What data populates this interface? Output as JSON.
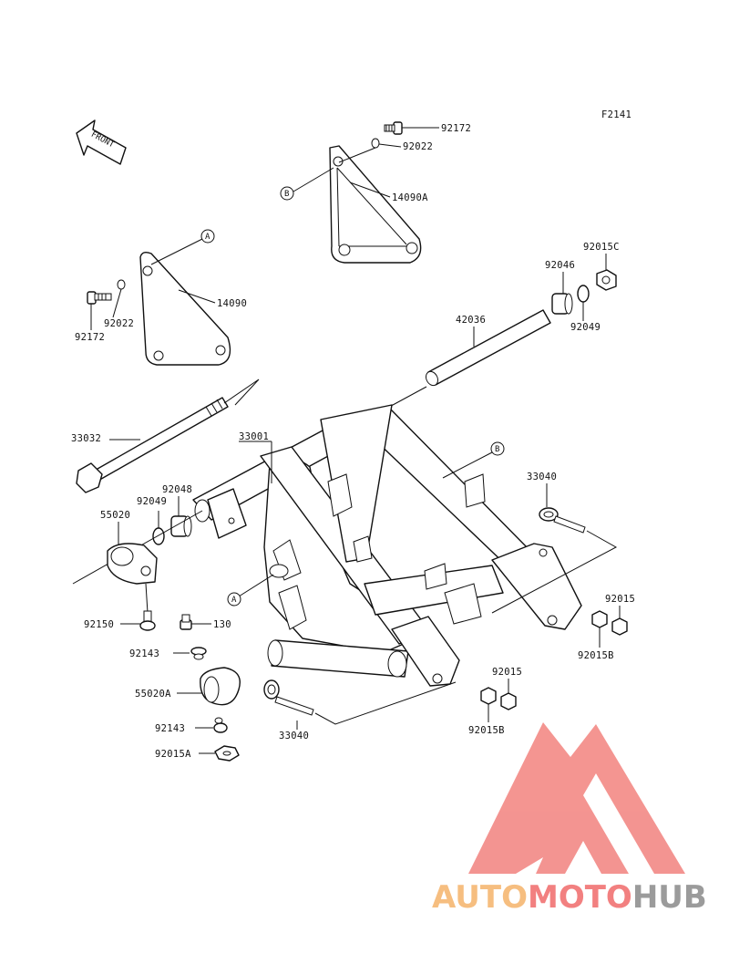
{
  "diagram": {
    "figure_code": "F2141",
    "front_marker": "FRONT",
    "ref_marks": {
      "A": "A",
      "B": "B"
    },
    "part_labels": {
      "p92172_top": "92172",
      "p92022_top": "92022",
      "p14090A": "14090A",
      "p14090": "14090",
      "p92022_left": "92022",
      "p92172_left": "92172",
      "p92015C": "92015C",
      "p92046": "92046",
      "p92049_right": "92049",
      "p42036": "42036",
      "p33032": "33032",
      "p33001": "33001",
      "p92048": "92048",
      "p92049_left": "92049",
      "p55020": "55020",
      "p33040_right": "33040",
      "p92150": "92150",
      "p130": "130",
      "p92143_top": "92143",
      "p55020A": "55020A",
      "p92143_bottom": "92143",
      "p92015A": "92015A",
      "p92015_right": "92015",
      "p92015B_right": "92015B",
      "p92015_lower": "92015",
      "p92015B_lower": "92015B",
      "p33040_bottom": "33040"
    }
  },
  "watermark": {
    "part1": "AUTO",
    "part2": "MOTO",
    "part3": "HUB",
    "colors": {
      "orange": "#f5b36b",
      "red": "#f06a6a",
      "gray": "#8a8a8a",
      "logo": "#f2827e"
    }
  }
}
